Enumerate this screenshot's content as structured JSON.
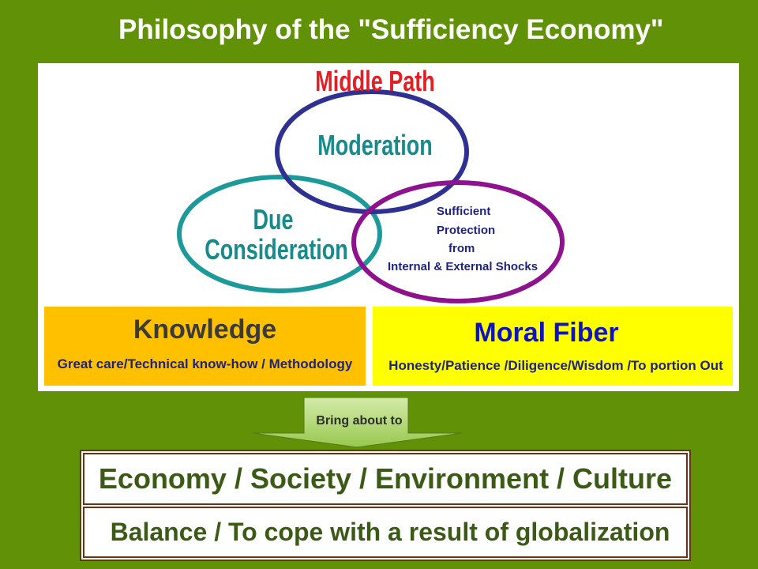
{
  "title": "Philosophy of the \"Sufficiency Economy\"",
  "diagram": {
    "heading": "Middle Path",
    "moderation": "Moderation",
    "due_consideration": {
      "line1": "Due",
      "line2": "Consideration"
    },
    "protection": {
      "lines": [
        "Sufficient",
        "Protection",
        "from",
        "Internal & External Shocks"
      ]
    }
  },
  "conditions": {
    "knowledge": {
      "title": "Knowledge",
      "detail": "Great care/Technical know-how / Methodology"
    },
    "moral_fiber": {
      "title": "Moral Fiber",
      "detail": "Honesty/Patience /Diligence/Wisdom /To portion Out"
    }
  },
  "arrow_label": "Bring about to",
  "outcomes": {
    "dimensions": "Economy / Society / Environment / Culture",
    "result": "Balance / To cope with a result of globalization"
  },
  "colors": {
    "background": "#619107",
    "heading": "#e31e24",
    "circle_text": "#178a8c",
    "ring_moderation": "#2e3192",
    "ring_due_consideration": "#1c9a9a",
    "ring_protection": "#8e118e",
    "knowledge_box": "#ffc000",
    "moral_fiber_box": "#ffff00",
    "moral_fiber_title": "#0b12c9",
    "detail_text": "#1f2380",
    "arrow_fill": "#b7da78",
    "outcome_text": "#3b5a15",
    "outcome_border": "#6b3410"
  }
}
